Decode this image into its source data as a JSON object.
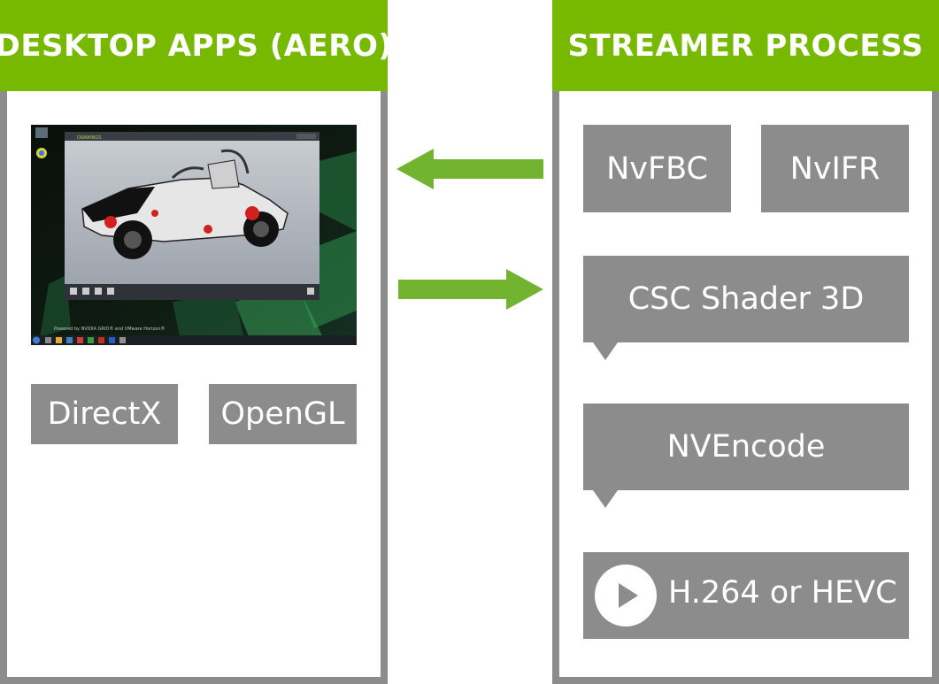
{
  "left_panel": {
    "title": "DESKTOP APPS (AERO)",
    "directx_label": "DirectX",
    "opengl_label": "OpenGL",
    "screenshot": {
      "app_name": "DRAWINGS",
      "caption": "Powered by NVIDIA GRID® and VMware Horizon®"
    }
  },
  "right_panel": {
    "title": "STREAMER PROCESS",
    "nvfbc_label": "NvFBC",
    "nvifr_label": "NvIFR",
    "csc_label": "CSC Shader 3D",
    "nvencode_label": "NVEncode",
    "codec_label": "H.264 or HEVC"
  },
  "colors": {
    "accent_green": "#76b900",
    "box_gray": "#8c8c8c",
    "arrow_green": "#72b430"
  }
}
